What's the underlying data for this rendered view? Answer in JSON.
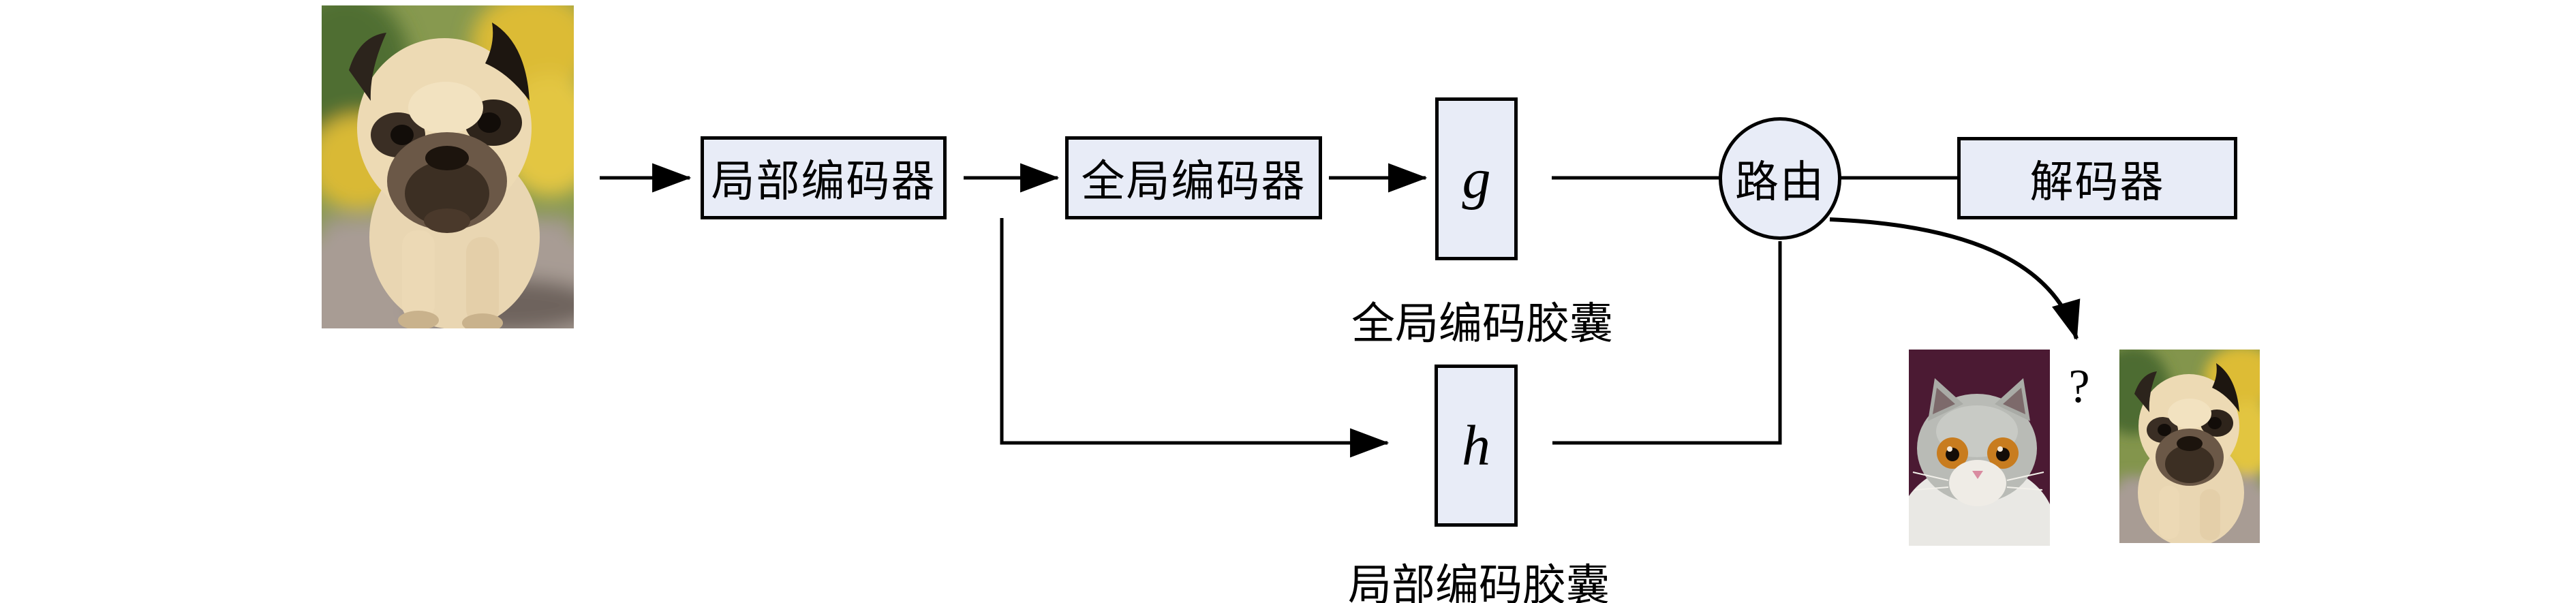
{
  "diagram": {
    "background": "#ffffff",
    "node_fill": "#e8ecf7",
    "node_border": "#000000",
    "line_color": "#000000"
  },
  "nodes": {
    "local_encoder": "局部编码器",
    "global_encoder": "全局编码器",
    "global_capsule_var": "g",
    "local_capsule_var": "h",
    "routing": "路由",
    "decoder": "解码器"
  },
  "captions": {
    "global_capsule": "全局编码胶囊",
    "local_capsule": "局部编码胶囊",
    "uncertainty": "?"
  },
  "images": {
    "input": "pug-dog-photo",
    "candidate_left": "exotic-shorthair-cat-photo",
    "candidate_right": "pug-dog-photo"
  }
}
